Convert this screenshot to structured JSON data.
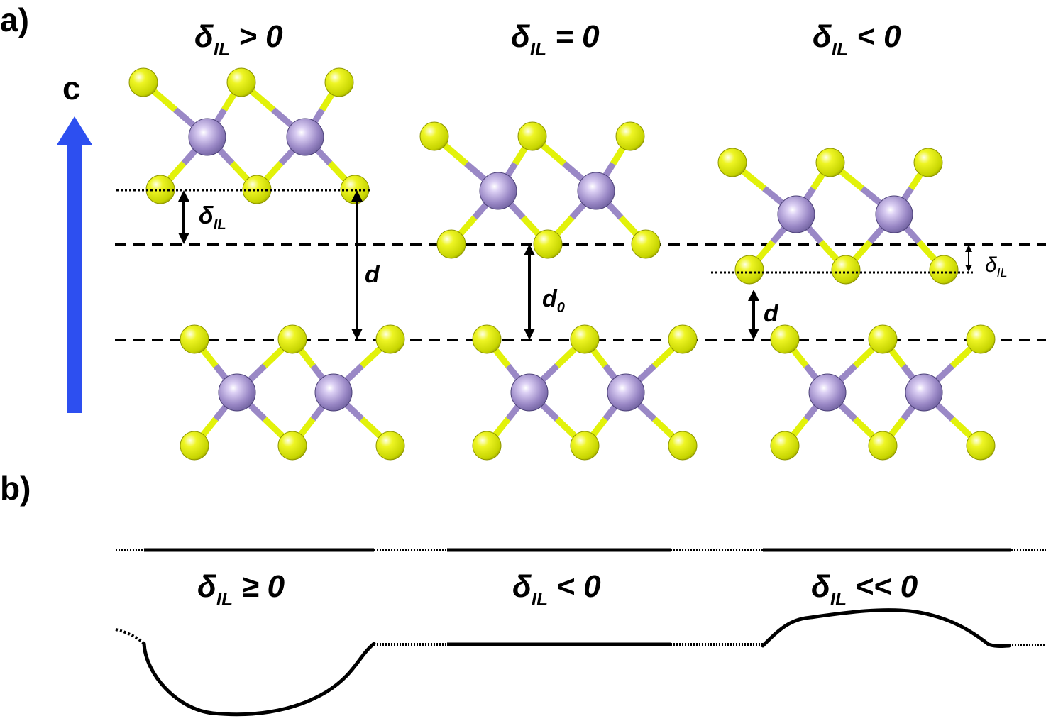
{
  "panel_a": {
    "label": "a)",
    "axis_label": "c",
    "column_titles": [
      {
        "symbol": "δ",
        "subscript": "IL",
        "relation": " > 0"
      },
      {
        "symbol": "δ",
        "subscript": "IL",
        "relation": " = 0"
      },
      {
        "symbol": "δ",
        "subscript": "IL",
        "relation": " < 0"
      }
    ],
    "annotations": {
      "delta_left": {
        "symbol": "δ",
        "subscript": "IL"
      },
      "d_left": "d",
      "d0_main": "d",
      "d0_sub": "0",
      "d_right": "d",
      "delta_right": {
        "symbol": "δ",
        "subscript": "IL"
      }
    }
  },
  "panel_b": {
    "label": "b)",
    "column_titles": [
      {
        "symbol": "δ",
        "subscript": "IL",
        "relation": " ≥ 0"
      },
      {
        "symbol": "δ",
        "subscript": "IL",
        "relation": " < 0"
      },
      {
        "symbol": "δ",
        "subscript": "IL",
        "relation": " << 0"
      }
    ]
  },
  "colors": {
    "sulfur_atom": "#e2f20a",
    "metal_atom": "#9a88c6",
    "arrow_c": "#2d4ff0",
    "ink": "#000000"
  }
}
